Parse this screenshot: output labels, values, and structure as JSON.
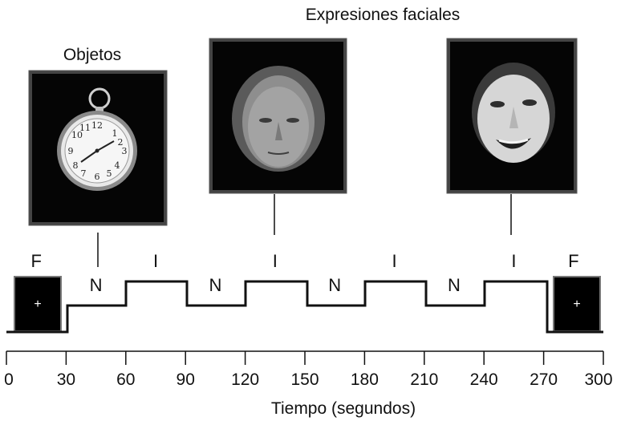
{
  "titles": {
    "objects": "Objetos",
    "faces": "Expresiones faciales"
  },
  "conditions": {
    "fixation": "F",
    "neutral": "N",
    "stimulus": "I",
    "sequence": [
      "F",
      "N",
      "I",
      "N",
      "I",
      "N",
      "I",
      "N",
      "I",
      "F"
    ]
  },
  "fixation_symbol": "+",
  "axis": {
    "label": "Tiempo (segundos)",
    "ticks": [
      "0",
      "30",
      "60",
      "90",
      "120",
      "150",
      "180",
      "210",
      "240",
      "270",
      "300"
    ],
    "min": 0,
    "max": 300
  },
  "images": [
    {
      "name": "pocket-watch-image",
      "depicts": "pocket watch"
    },
    {
      "name": "elderly-woman-face-image",
      "depicts": "elderly woman face"
    },
    {
      "name": "smiling-child-face-image",
      "depicts": "smiling child face"
    }
  ],
  "colors": {
    "frame": "#444444",
    "photo_background": "#050505",
    "line": "#111111"
  }
}
